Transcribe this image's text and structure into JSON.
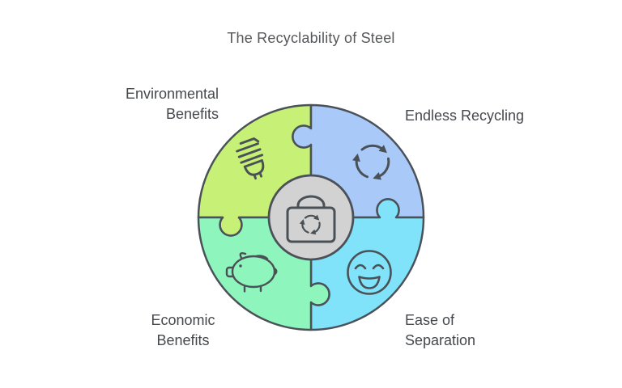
{
  "title": "The Recyclability of Steel",
  "diagram": {
    "type": "circular-puzzle-4-pieces",
    "center": {
      "icon": "lock-recycle-icon",
      "fill_color": "#d2d2d2"
    },
    "quadrants": [
      {
        "position": "top-left",
        "label": "Environmental Benefits",
        "icon": "cfl-bulb-icon",
        "color": "#c7f076"
      },
      {
        "position": "top-right",
        "label": "Endless Recycling",
        "icon": "recycle-arrows-icon",
        "color": "#a9c9f8"
      },
      {
        "position": "bottom-left",
        "label": "Economic Benefits",
        "icon": "piggy-bank-icon",
        "color": "#8ef5bd"
      },
      {
        "position": "bottom-right",
        "label": "Ease of Separation",
        "icon": "smiley-face-icon",
        "color": "#80e3fa"
      }
    ],
    "colors": {
      "outline": "#4b5158",
      "icon_stroke": "#4a5156",
      "label_text": "#45484c",
      "title_text": "#55585b",
      "background": "#ffffff"
    }
  }
}
